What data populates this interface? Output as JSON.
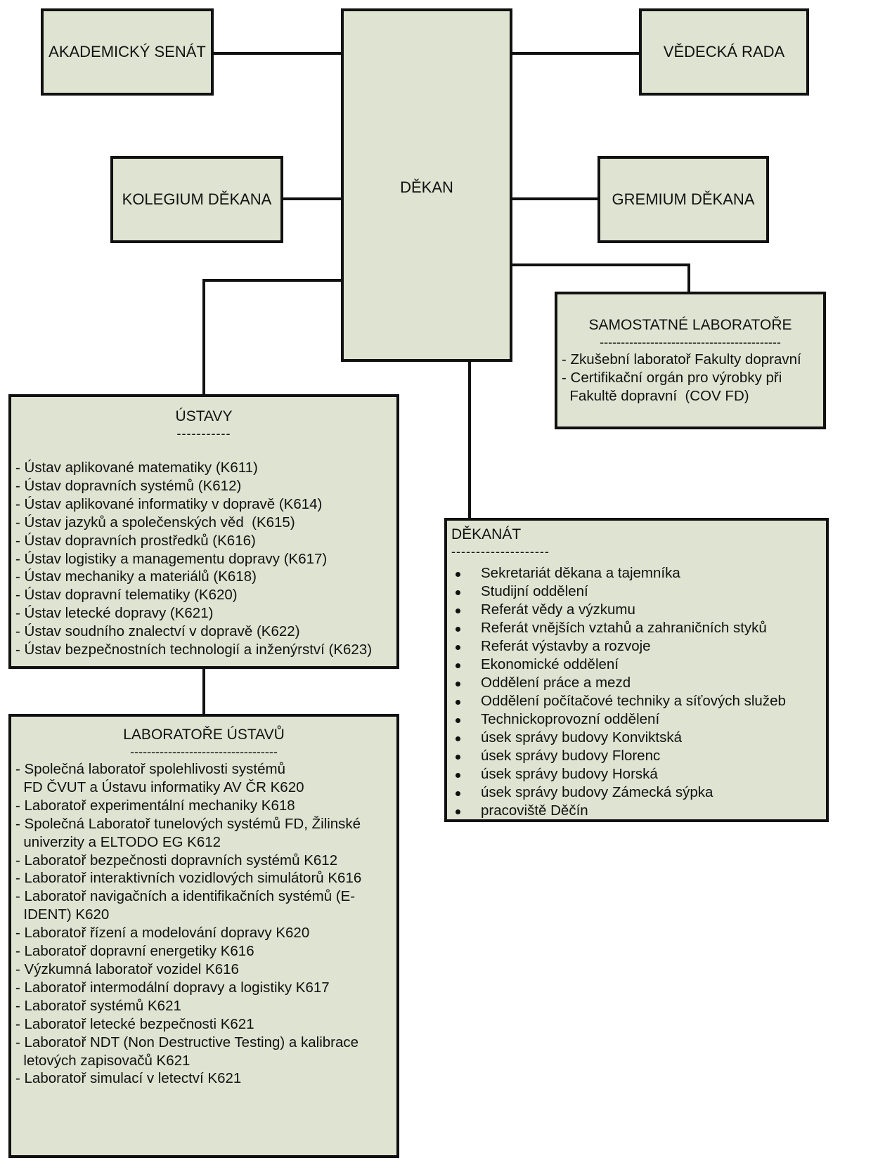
{
  "top_boxes": {
    "akademicky_senat": "AKADEMICKÝ SENÁT",
    "vedecka_rada": "VĚDECKÁ RADA",
    "kolegium_dekana": "KOLEGIUM DĚKANA",
    "dekan": "DĚKAN",
    "gremium_dekana": "GREMIUM DĚKANA"
  },
  "samostatne_laboratore": {
    "title": "SAMOSTATNÉ LABORATOŘE",
    "separator": "-------------------------------------------",
    "items": [
      "- Zkušební laboratoř Fakulty dopravní",
      "- Certifikační orgán pro výrobky při",
      "  Fakultě dopravní  (COV FD)"
    ]
  },
  "ustavy": {
    "title": "ÚSTAVY",
    "separator": "-----------",
    "items": [
      "- Ústav aplikované matematiky (K611)",
      "- Ústav dopravních systémů (K612)",
      "- Ústav aplikované informatiky v dopravě (K614)",
      "- Ústav jazyků a společenských věd  (K615)",
      "- Ústav dopravních prostředků (K616)",
      "- Ústav logistiky a managementu dopravy (K617)",
      "- Ústav mechaniky a materiálů (K618)",
      "- Ústav dopravní telematiky (K620)",
      "- Ústav letecké dopravy (K621)",
      "- Ústav soudního znalectví v dopravě (K622)",
      "- Ústav bezpečnostních technologií a inženýrství (K623)"
    ]
  },
  "dekanat": {
    "title": "DĚKANÁT",
    "separator": "--------------------",
    "items": [
      "Sekretariát děkana a tajemníka",
      "Studijní oddělení",
      "Referát vědy a výzkumu",
      "Referát vnějších vztahů a zahraničních styků",
      "Referát výstavby a rozvoje",
      "Ekonomické oddělení",
      "Oddělení práce a mezd",
      "Oddělení počítačové techniky a síťových služeb",
      "Technickoprovozní oddělení",
      "úsek správy budovy Konviktská",
      "úsek správy budovy Florenc",
      "úsek správy budovy Horská",
      "úsek správy budovy Zámecká sýpka",
      "pracoviště Děčín"
    ]
  },
  "laboratore_ustavu": {
    "title": "LABORATOŘE ÚSTAVŮ",
    "separator": "-----------------------------------",
    "items": [
      "- Společná laboratoř spolehlivosti systémů",
      "  FD ČVUT a Ústavu informatiky AV ČR K620",
      "- Laboratoř experimentální mechaniky K618",
      "- Společná Laboratoř tunelových systémů FD, Žilinské",
      "  univerzity a ELTODO EG K612",
      "- Laboratoř bezpečnosti dopravních systémů K612",
      "- Laboratoř interaktivních vozidlových simulátorů K616",
      "- Laboratoř navigačních a identifikačních systémů (E-",
      "  IDENT) K620",
      "- Laboratoř řízení a modelování dopravy K620",
      "- Laboratoř dopravní energetiky K616",
      "- Výzkumná laboratoř vozidel K616",
      "- Laboratoř intermodální dopravy a logistiky K617",
      "- Laboratoř systémů K621",
      "- Laboratoř letecké bezpečnosti K621",
      "- Laboratoř NDT (Non Destructive Testing) a kalibrace",
      "  letových zapisovačů K621",
      "- Laboratoř simulací v letectví K621"
    ]
  },
  "colors": {
    "box_fill": "#dfe3d1",
    "line": "#111111"
  }
}
